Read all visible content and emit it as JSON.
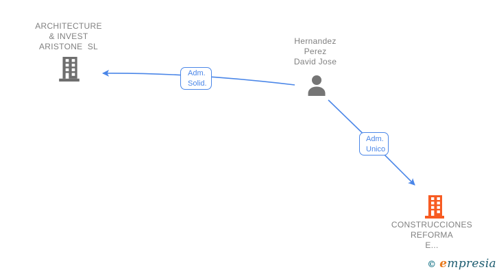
{
  "diagram": {
    "nodes": [
      {
        "id": "company-architecture",
        "type": "company",
        "label": "ARCHITECTURE\n& INVEST\nARISTONE  SL",
        "icon": "building-icon",
        "icon_color": "#6e6e6e"
      },
      {
        "id": "person-hernandez",
        "type": "person",
        "label": "Hernandez\nPerez\nDavid Jose",
        "icon": "person-icon",
        "icon_color": "#757575"
      },
      {
        "id": "company-construcciones",
        "type": "company",
        "label": "CONSTRUCCIONES\nREFORMA\nE...",
        "icon": "building-icon",
        "icon_color": "#f75b22"
      }
    ],
    "edges": [
      {
        "from": "person-hernandez",
        "to": "company-architecture",
        "label": "Adm.\nSolid."
      },
      {
        "from": "person-hernandez",
        "to": "company-construcciones",
        "label": "Adm.\nUnico"
      }
    ],
    "colors": {
      "edge": "#4a86e8",
      "node_gray": "#6e6e6e",
      "person_gray": "#757575",
      "company_highlight": "#f75b22",
      "label_text": "#808080"
    }
  },
  "footer": {
    "copyright": "©",
    "brand_initial": "e",
    "brand_rest": "mpresia"
  }
}
